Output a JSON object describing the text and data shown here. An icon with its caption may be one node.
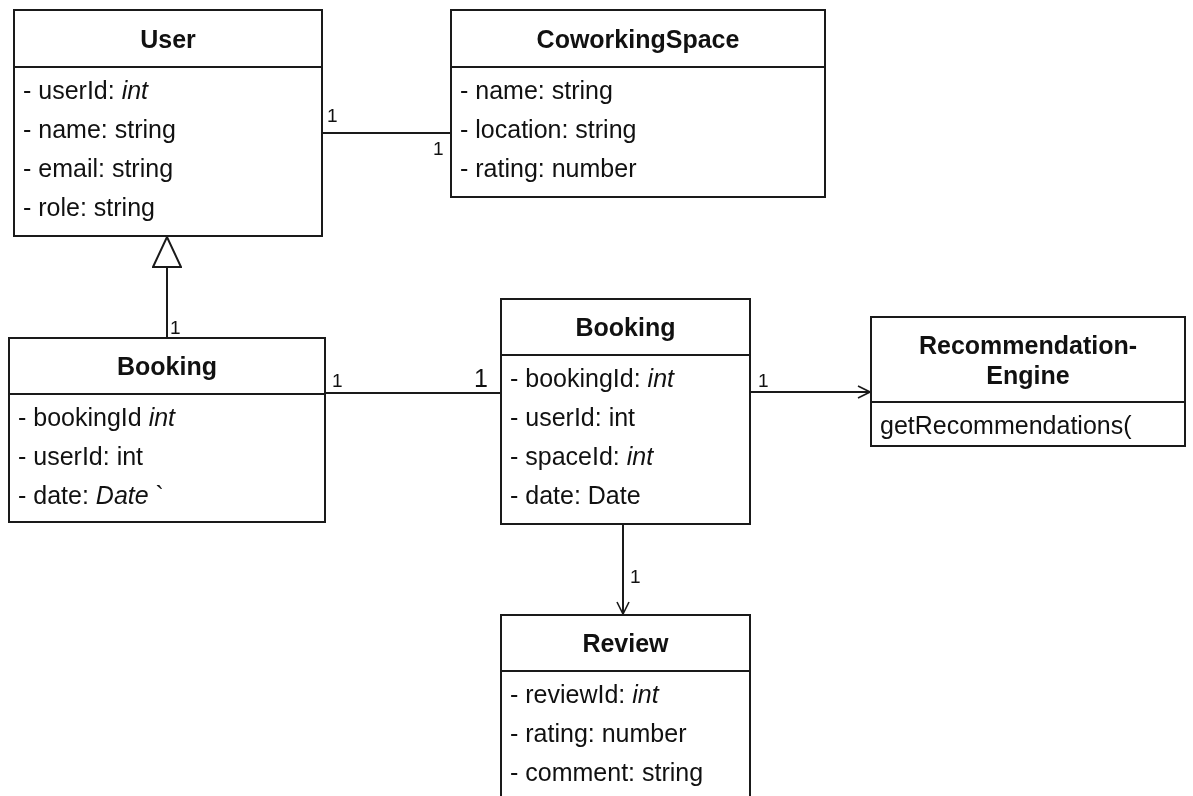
{
  "diagram": {
    "nodes": [
      {
        "text": [
          "User",
          "- userId: *int*",
          "- name: string",
          "- email: string",
          "- role: string"
        ]
      },
      {
        "text": [
          "CoworkingSpace",
          "- name: string",
          "- location: string",
          "- rating: number"
        ]
      },
      {
        "text": [
          "Booking",
          "- bookingId *int*",
          "- userId: int",
          "- date: *Date* `"
        ]
      },
      {
        "text": [
          "Booking",
          "- bookingId: *int*",
          "- userId: int",
          "- spaceId: *int*",
          "- date: Date"
        ]
      },
      {
        "text": [
          "Recommendation- Engine",
          "getRecommendations("
        ]
      },
      {
        "text": [
          "Review",
          "- reviewId: *int*",
          "- rating: number",
          "- comment: string"
        ]
      }
    ],
    "edges": [
      {
        "from": 0,
        "to": 1,
        "arrow": "none"
      },
      {
        "from": 2,
        "to": 0,
        "arrow": "to"
      },
      {
        "from": 2,
        "to": 3,
        "arrow": "none"
      },
      {
        "from": 3,
        "to": 4,
        "arrow": "to"
      },
      {
        "from": 3,
        "to": 5,
        "arrow": "to"
      }
    ],
    "labels": [
      "1",
      "1",
      "1",
      "1",
      "1",
      "1",
      "1"
    ]
  }
}
